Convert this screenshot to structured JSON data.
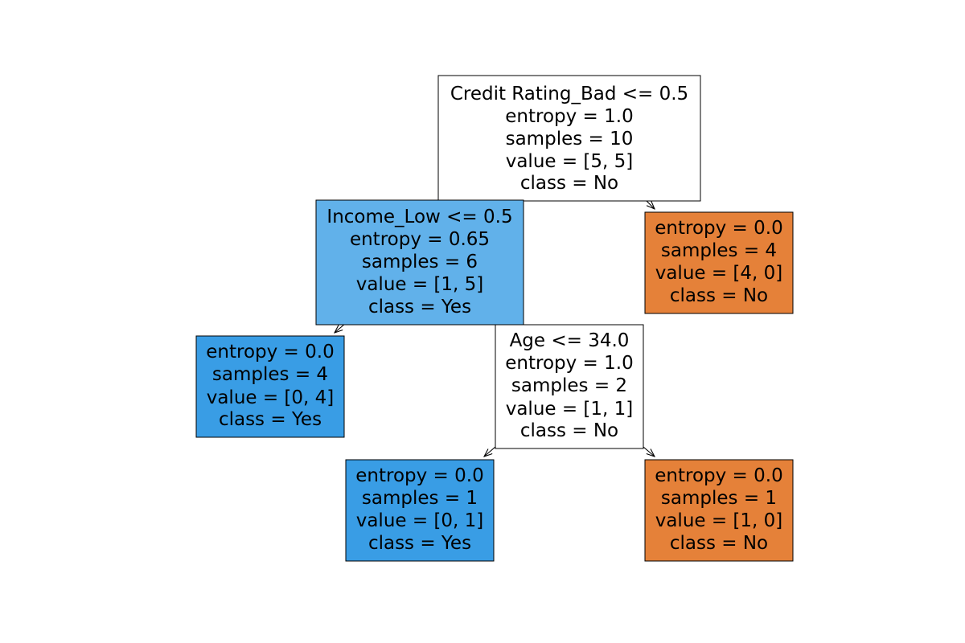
{
  "colors": {
    "white": "#ffffff",
    "class_no_pure": "#e58139",
    "class_yes_pure": "#399de5",
    "class_yes_mixed": "#61b1ea"
  },
  "tree": {
    "root": {
      "lines": [
        "Credit Rating_Bad <= 0.5",
        "entropy = 1.0",
        "samples = 10",
        "value = [5, 5]",
        "class = No"
      ],
      "color": "white"
    },
    "n_income": {
      "lines": [
        "Income_Low <= 0.5",
        "entropy = 0.65",
        "samples = 6",
        "value = [1, 5]",
        "class = Yes"
      ],
      "color": "class_yes_mixed"
    },
    "n_right_leaf": {
      "lines": [
        "entropy = 0.0",
        "samples = 4",
        "value = [4, 0]",
        "class = No"
      ],
      "color": "class_no_pure"
    },
    "n_left_leaf": {
      "lines": [
        "entropy = 0.0",
        "samples = 4",
        "value = [0, 4]",
        "class = Yes"
      ],
      "color": "class_yes_pure"
    },
    "n_age": {
      "lines": [
        "Age <= 34.0",
        "entropy = 1.0",
        "samples = 2",
        "value = [1, 1]",
        "class = No"
      ],
      "color": "white"
    },
    "n_age_left": {
      "lines": [
        "entropy = 0.0",
        "samples = 1",
        "value = [0, 1]",
        "class = Yes"
      ],
      "color": "class_yes_pure"
    },
    "n_age_right": {
      "lines": [
        "entropy = 0.0",
        "samples = 1",
        "value = [1, 0]",
        "class = No"
      ],
      "color": "class_no_pure"
    }
  }
}
